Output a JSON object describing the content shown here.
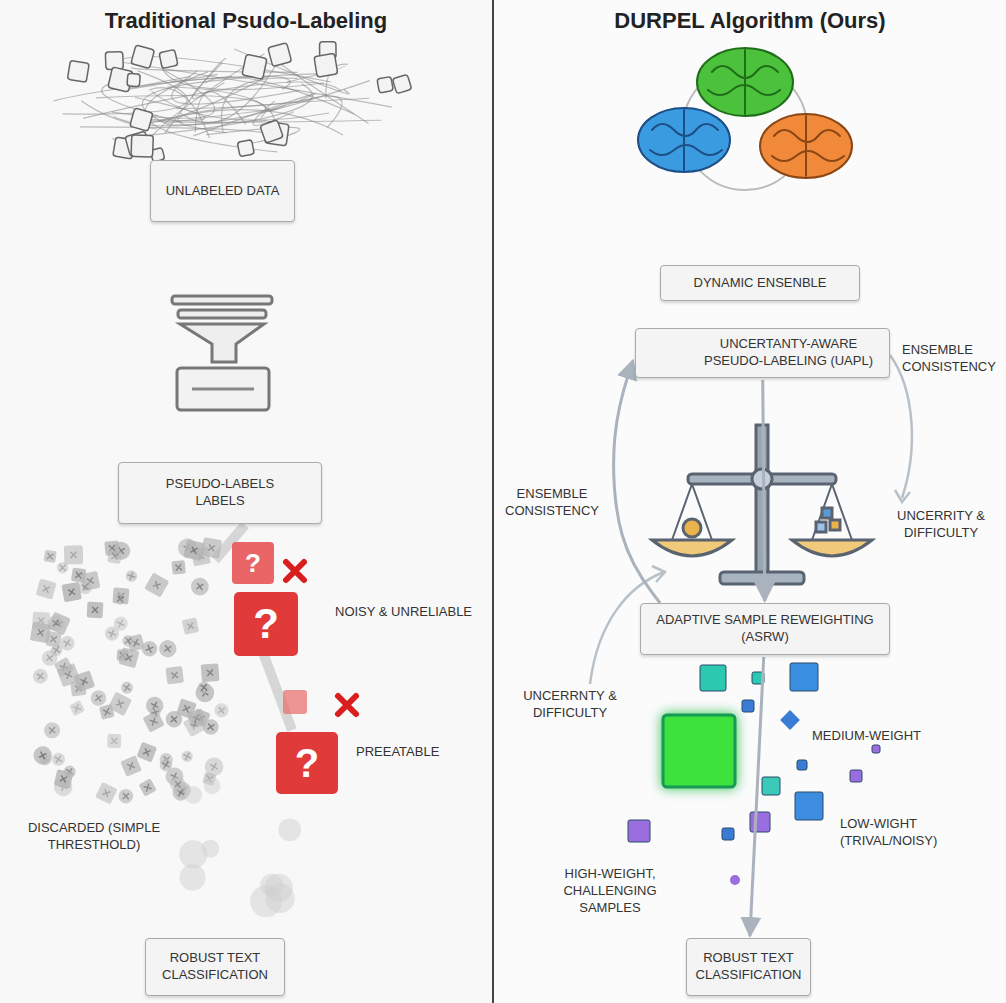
{
  "diagram": {
    "nodes": [
      {
        "text": [
          "Traditional Psudo-Labeling"
        ]
      },
      {
        "text": [
          "UNLABELED DATA"
        ],
        "in": 0
      },
      {
        "text": [
          "PSEUDO-LABELS LABELS"
        ],
        "in": 0
      },
      {
        "text": [
          "ROBUST TEXT CLASSIFICATION"
        ],
        "in": 0
      },
      {
        "text": [
          "DURPEL Algorithm (Ours)"
        ]
      },
      {
        "text": [
          "DYNAMIC ENSENBLE"
        ],
        "in": 4
      },
      {
        "text": [
          "UNCERTANTY-AWARE PSEUDO-LABELING (UAPL)"
        ],
        "in": 4
      },
      {
        "text": [
          "ADAPTIVE SAMPLE REWEIGHTING (ASRW)"
        ],
        "in": 4
      },
      {
        "text": [
          "ROBUST TEXT CLASSIFICATION"
        ],
        "in": 4
      }
    ],
    "edges": [
      {
        "from": 6,
        "to": 7,
        "arrow": "to"
      },
      {
        "from": 7,
        "to": 6,
        "arrow": "to"
      },
      {
        "from": 7,
        "to": 8,
        "arrow": "to"
      }
    ],
    "labels": [
      "?",
      "?",
      "?",
      "NOISY & UNRELIABLE",
      "PREEATABLE",
      "DISCARDED (SIMPLE THRESTHOLD)",
      "ENSEMBLE CONSISTENCY",
      "ENSEMBLE CONSISTENCY",
      "UNCERRITY & DIFFICULTY",
      "UNCERRNTY & DIFFICULTY",
      "MEDIUM-WEIGHT",
      "LOW-WIGHT (TRIVAL/NOISY)",
      "HIGH-WEIGHT, CHALLENGING SAMPLES"
    ]
  }
}
